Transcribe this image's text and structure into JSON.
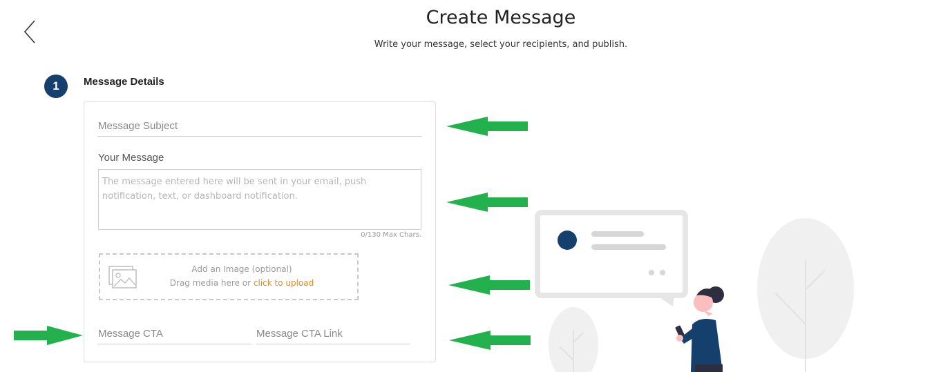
{
  "header": {
    "back_icon": "chevron-left-icon",
    "title": "Create Message",
    "subtitle": "Write your message, select your recipients, and publish."
  },
  "step": {
    "number": "1",
    "label": "Message Details"
  },
  "form": {
    "subject_placeholder": "Message Subject",
    "message_label": "Your Message",
    "message_placeholder": "The message entered here will be sent in your email, push notification, text, or dashboard notification.",
    "char_counter": "0/130 Max Chars.",
    "image_upload": {
      "icon": "image-icon",
      "title": "Add an Image (optional)",
      "instructions": "Drag media here or",
      "upload_link": "click to upload"
    },
    "cta_placeholder": "Message CTA",
    "cta_link_placeholder": "Message CTA Link"
  },
  "colors": {
    "accent": "#15406e",
    "upload_link": "#e8891a",
    "annotation_arrow": "#22b14c"
  }
}
